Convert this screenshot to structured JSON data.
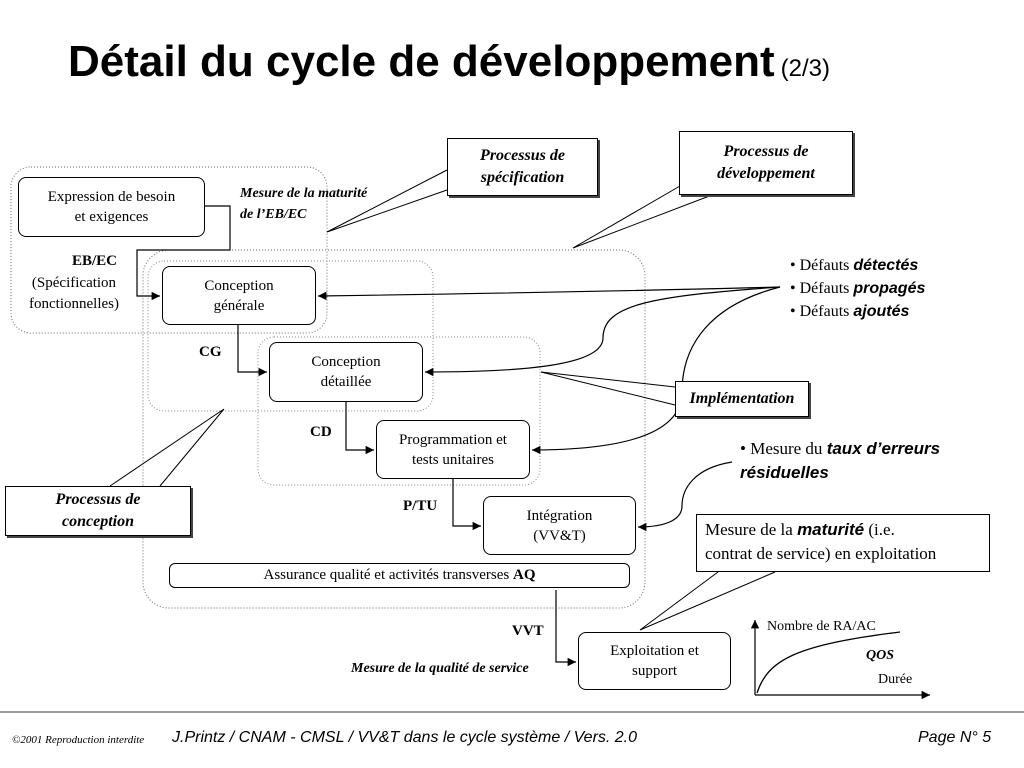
{
  "title": {
    "main": "Détail du cycle de développement",
    "part": "(2/3)"
  },
  "callouts": {
    "specification": [
      "Processus de",
      "spécification"
    ],
    "developpement": [
      "Processus de",
      "développement"
    ],
    "conception": [
      "Processus de",
      "conception"
    ],
    "implementation": "Implémentation"
  },
  "steps": {
    "expression": [
      "Expression de besoin",
      "et exigences"
    ],
    "conception_generale": [
      "Conception",
      "générale"
    ],
    "conception_detaillee": [
      "Conception",
      "détaillée"
    ],
    "programmation": [
      "Programmation et",
      "tests unitaires"
    ],
    "integration": [
      "Intégration",
      "(VV&T)"
    ],
    "exploitation": [
      "Exploitation et",
      "support"
    ]
  },
  "assurance": {
    "text": "Assurance qualité et activités transverses",
    "abbr": "AQ"
  },
  "labels": {
    "mesure_maturite_ebec": [
      "Mesure de la maturité",
      "de l’EB/EC"
    ],
    "ebec": "EB/EC",
    "ebec_desc": [
      "(Spécification",
      "fonctionnelles)"
    ],
    "cg": "CG",
    "cd": "CD",
    "ptu": "P/TU",
    "vvt": "VVT",
    "mesure_qualite_service": "Mesure de la qualité de service"
  },
  "defauts": [
    {
      "prefix": "• Défauts",
      "word": "détectés"
    },
    {
      "prefix": "• Défauts",
      "word": "propagés"
    },
    {
      "prefix": "• Défauts",
      "word": "ajoutés"
    }
  ],
  "taux": {
    "prefix": "• Mesure du",
    "emph_line1": "taux d’erreurs",
    "emph_line2": "résiduelles"
  },
  "maturite_exploitation": {
    "prefix": "Mesure de la",
    "emph": "maturité",
    "rest_line1": "(i.e.",
    "line2": "contrat de service) en exploitation"
  },
  "qos_graph": {
    "y_label": "Nombre de RA/AC",
    "curve_label": "QOS",
    "x_label": "Durée"
  },
  "footer": {
    "copyright": "©2001 Reproduction interdite",
    "credit": "J.Printz / CNAM - CMSL / VV&T dans le cycle système / Vers. 2.0",
    "page": "Page N° 5"
  }
}
